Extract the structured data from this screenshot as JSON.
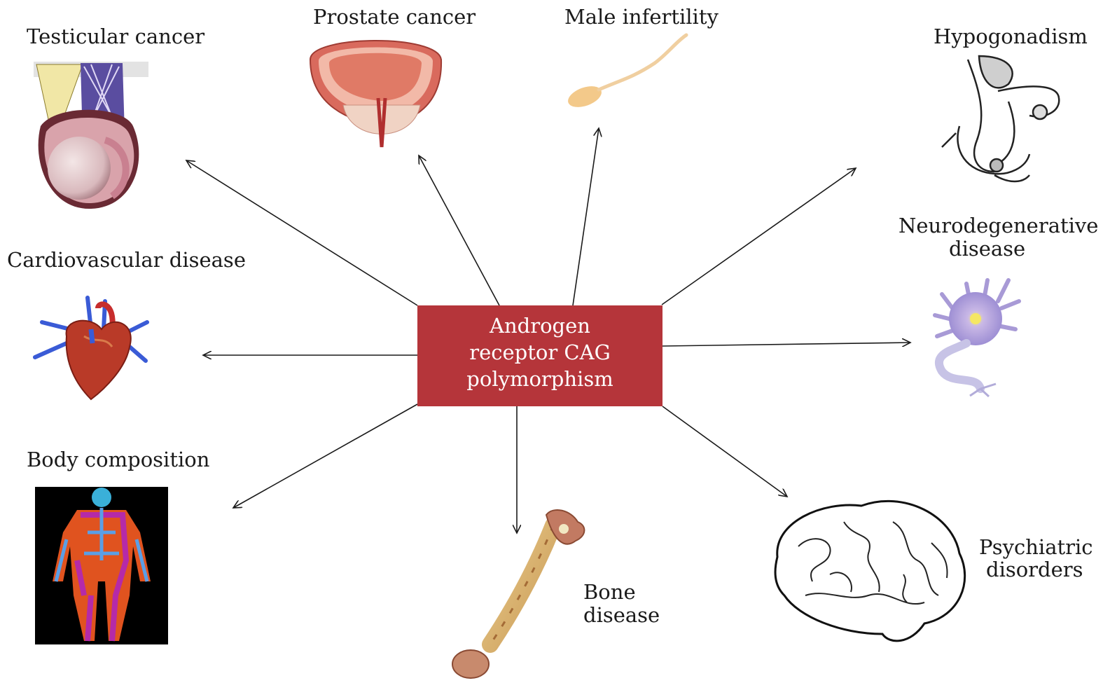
{
  "diagram": {
    "center": {
      "line1": "Androgen",
      "line2": "receptor CAG",
      "line3": "polymorphism"
    },
    "outcomes": {
      "testicular_cancer": "Testicular cancer",
      "prostate_cancer": "Prostate cancer",
      "male_infertility": "Male infertility",
      "hypogonadism": "Hypogonadism",
      "neurodegenerative_1": "Neurodegenerative",
      "neurodegenerative_2": "disease",
      "cardiovascular_disease": "Cardiovascular disease",
      "body_composition": "Body composition",
      "bone_1": "Bone",
      "bone_2": "disease",
      "psychiatric_1": "Psychiatric",
      "psychiatric_2": "disorders"
    },
    "colors": {
      "center_box": "#b5353a",
      "arrow": "#1a1a1a"
    },
    "icons": [
      "testis-illustration",
      "prostate-illustration",
      "sperm-illustration",
      "male-reproductive-anatomy-illustration",
      "neuron-illustration",
      "heart-illustration",
      "body-scan-illustration",
      "femur-bone-illustration",
      "brain-illustration"
    ]
  }
}
